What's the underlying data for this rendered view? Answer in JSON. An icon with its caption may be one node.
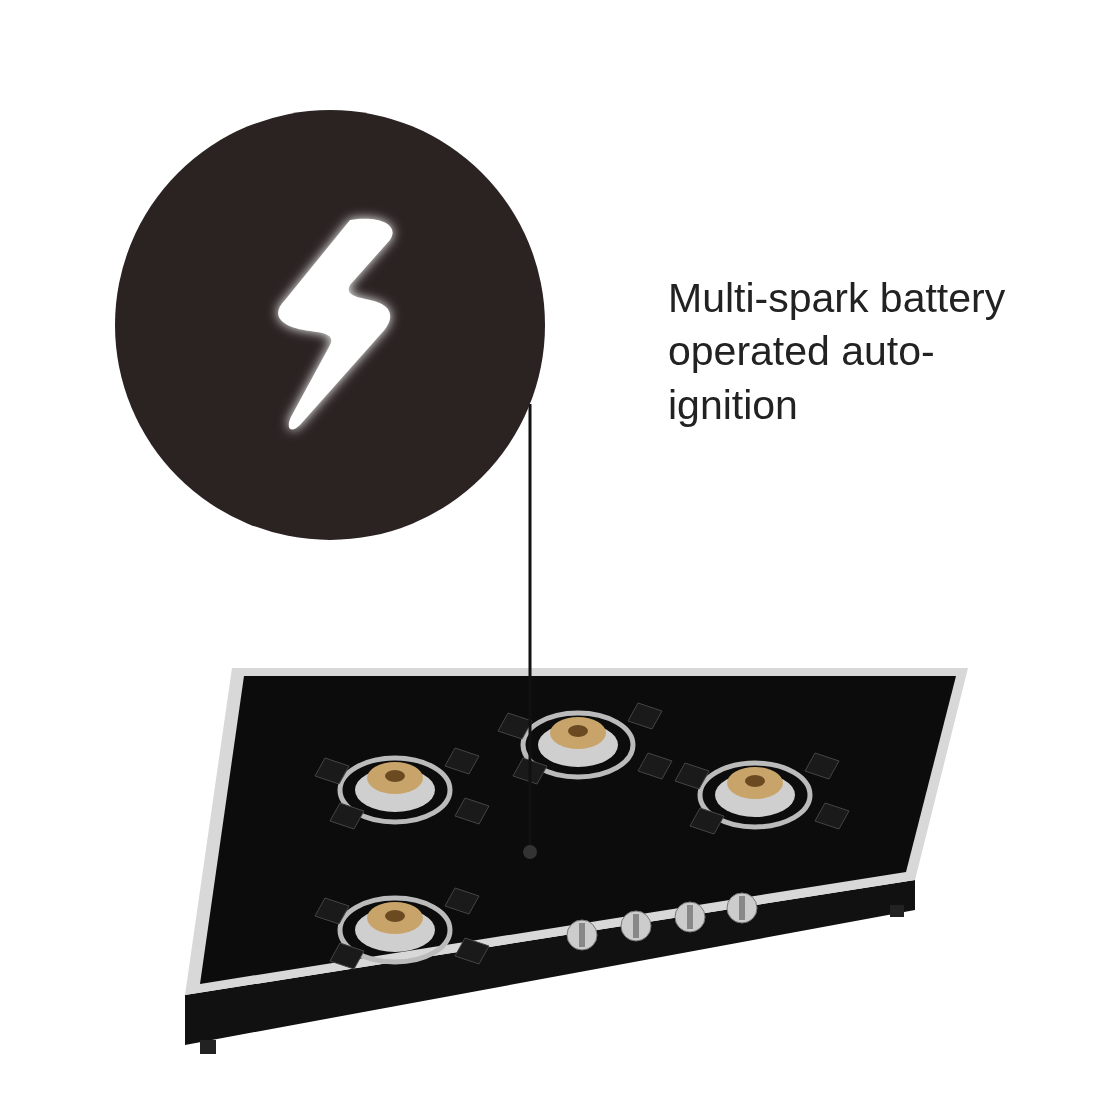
{
  "diagram": {
    "nodes": [
      {
        "text": [],
        "shape": "circle"
      },
      {
        "text": [],
        "shape": "circle"
      }
    ],
    "edges": [
      {
        "from": 0,
        "to": 1,
        "arrow": "none"
      }
    ],
    "labels": [
      "Multi-spark battery operated auto-ignition"
    ]
  }
}
